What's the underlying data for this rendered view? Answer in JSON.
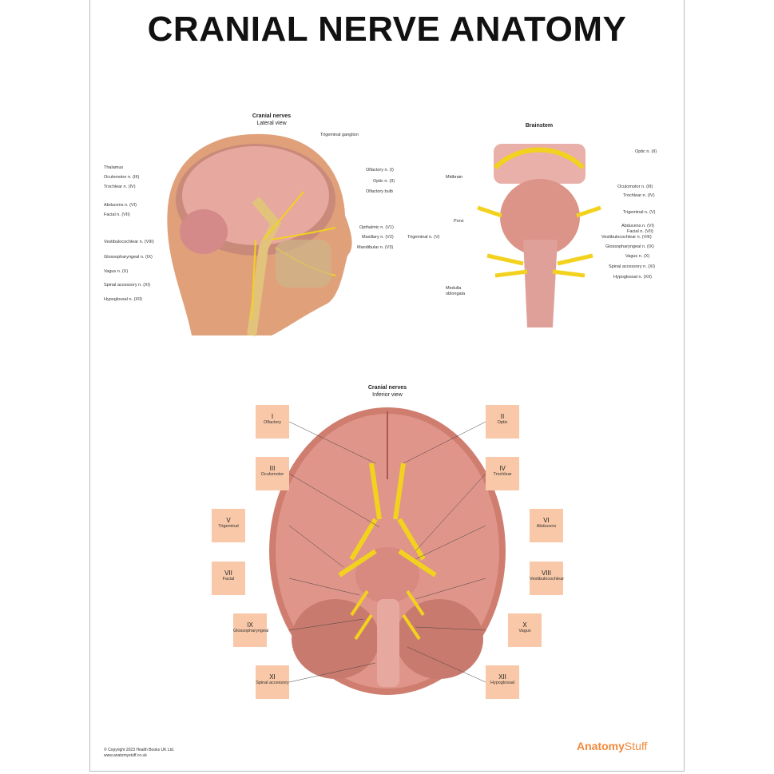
{
  "title": "CRANIAL NERVE ANATOMY",
  "lateral": {
    "caption": "Cranial nerves",
    "subcaption": "Lateral view",
    "left_labels": [
      "Thalamus",
      "Oculomotor n. (III)",
      "Trochlear n. (IV)",
      "Abducens n. (VI)",
      "Facial n. (VII)",
      "Vestibulocochlear n. (VIII)",
      "Glossopharyngeal n. (IX)",
      "Vagus n. (X)",
      "Spinal accessory n. (XI)",
      "Hypoglossal n. (XII)"
    ],
    "right_labels": [
      "Trigeminal ganglion",
      "Olfactory n. (I)",
      "Optic n. (II)",
      "Olfactory bulb",
      "Opthalmic n. (V1)",
      "Maxillary n. (V2)",
      "Mandibular n. (V3)"
    ],
    "trigeminal_group": "Trigeminal n. (V)"
  },
  "brainstem": {
    "caption": "Brainstem",
    "regions": [
      "Midbrain",
      "Pons",
      "Medulla oblongata"
    ],
    "labels": [
      "Optic n. (II)",
      "Oculomotor n. (III)",
      "Trochlear n. (IV)",
      "Trigeminal n. (V)",
      "Abducens n. (VI)",
      "Facial n. (VII)",
      "Vestibulocochlear n. (VIII)",
      "Glossopharyngeal n. (IX)",
      "Vagus n. (X)",
      "Spinal accessory n. (XI)",
      "Hypoglossal n. (XII)"
    ]
  },
  "inferior": {
    "caption": "Cranial nerves",
    "subcaption": "Inferior view",
    "boxes": [
      {
        "num": "I",
        "name": "Olfactory"
      },
      {
        "num": "II",
        "name": "Optic"
      },
      {
        "num": "III",
        "name": "Oculomotor"
      },
      {
        "num": "IV",
        "name": "Trochlear"
      },
      {
        "num": "V",
        "name": "Trigeminal"
      },
      {
        "num": "VI",
        "name": "Abducens"
      },
      {
        "num": "VII",
        "name": "Facial"
      },
      {
        "num": "VIII",
        "name": "Vestibulocochlear"
      },
      {
        "num": "IX",
        "name": "Glossopharyngeal"
      },
      {
        "num": "X",
        "name": "Vagus"
      },
      {
        "num": "XI",
        "name": "Spinal accessory"
      },
      {
        "num": "XII",
        "name": "Hypoglossal"
      }
    ]
  },
  "footer": {
    "copyright": "© Copyright 2023 Health Books UK Ltd.",
    "website": "www.anatomystuff.co.uk",
    "logo_a": "Anatomy",
    "logo_b": "Stuff"
  },
  "colors": {
    "nerve": "#f2d21e",
    "brain": "#d98a80",
    "box": "#f8c8a8",
    "logo": "#f08a3c"
  }
}
